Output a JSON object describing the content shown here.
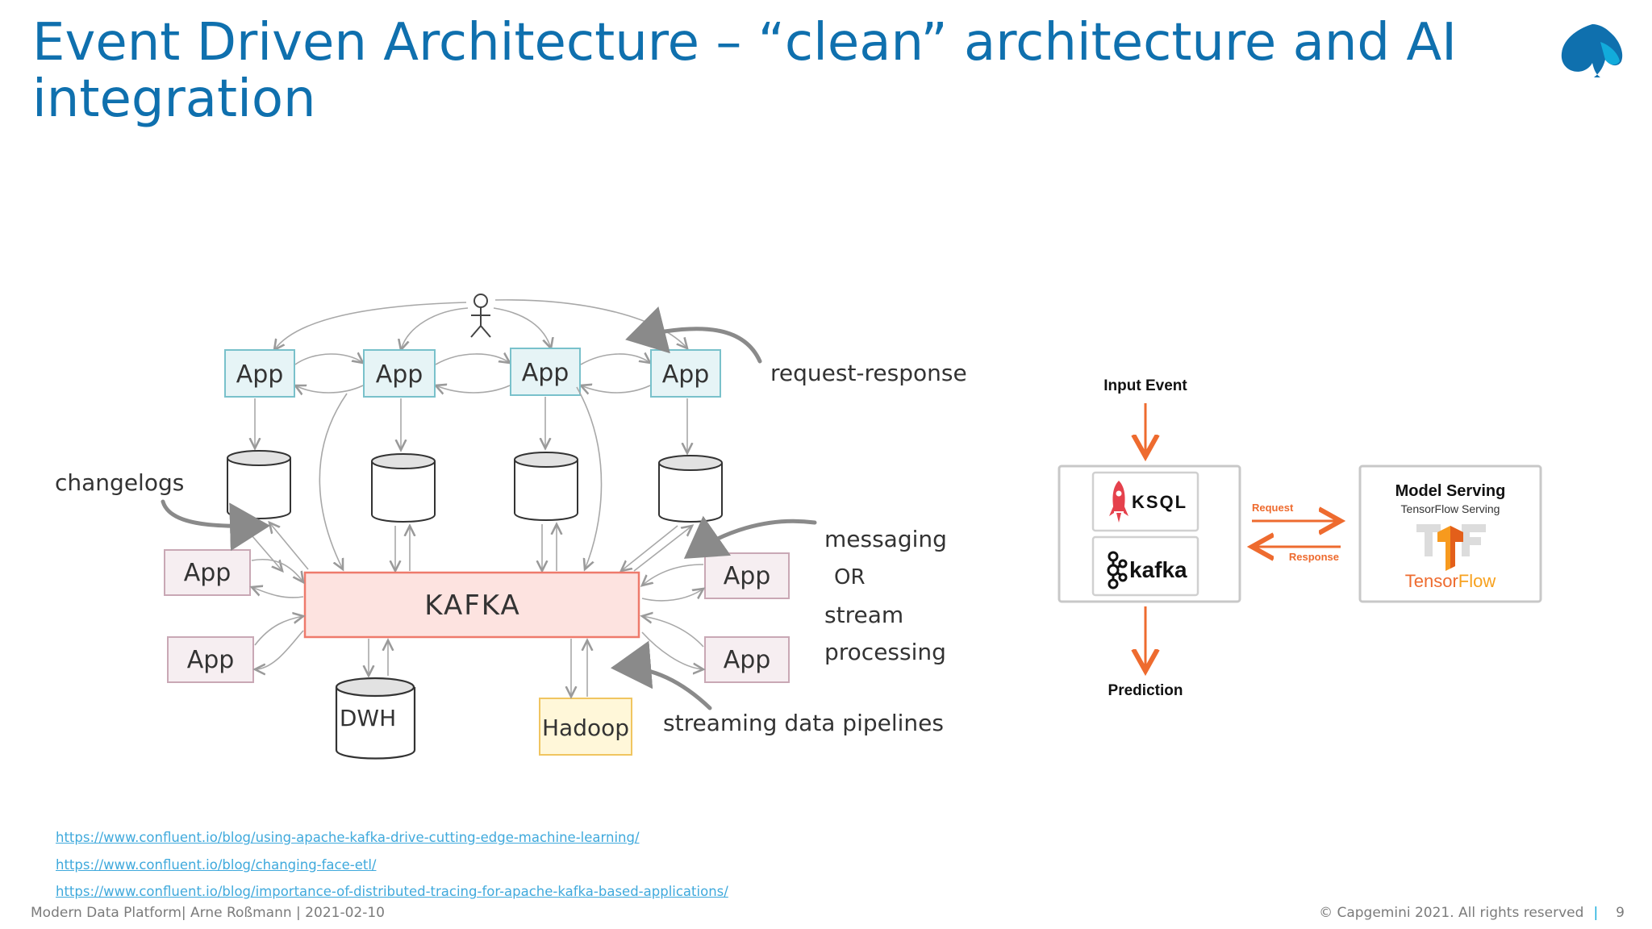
{
  "slide": {
    "title": "Event Driven Architecture – “clean” architecture and AI integration"
  },
  "sketch": {
    "center": "KAFKA",
    "top_apps": [
      "App",
      "App",
      "App",
      "App"
    ],
    "left_apps": [
      "App",
      "App"
    ],
    "right_apps": [
      "App",
      "App"
    ],
    "stores": [
      "DWH",
      "Hadoop"
    ],
    "notes": {
      "request_response": "request-response",
      "changelogs": "changelogs",
      "messaging": "messaging",
      "or": "OR",
      "stream": "stream",
      "processing": "processing",
      "pipelines": "streaming data pipelines"
    }
  },
  "ai_diagram": {
    "input": "Input Event",
    "ksql": "KSQL",
    "kafka": "kafka",
    "request": "Request",
    "response": "Response",
    "model_title": "Model Serving",
    "model_sub": "TensorFlow Serving",
    "tf_brand_1": "Tensor",
    "tf_brand_2": "Flow",
    "output": "Prediction"
  },
  "links": [
    "https://www.confluent.io/blog/using-apache-kafka-drive-cutting-edge-machine-learning/",
    "https://www.confluent.io/blog/changing-face-etl/",
    "https://www.confluent.io/blog/importance-of-distributed-tracing-for-apache-kafka-based-applications/"
  ],
  "footer": {
    "left": "Modern Data Platform| Arne Roßmann | 2021-02-10",
    "copyright": "© Capgemini 2021. All rights reserved",
    "sep": "|",
    "page": "9"
  },
  "colors": {
    "title": "#0f70ae",
    "kafka_fill": "#fde3e0",
    "kafka_stroke": "#ee7a6c",
    "app_top_fill": "#e6f4f6",
    "app_top_stroke": "#79c1cb",
    "app_side_fill": "#f6eef1",
    "app_side_stroke": "#c9a8b5",
    "hadoop_fill": "#fff7d9",
    "hadoop_stroke": "#f0c560",
    "orange": "#ee6b2f"
  }
}
